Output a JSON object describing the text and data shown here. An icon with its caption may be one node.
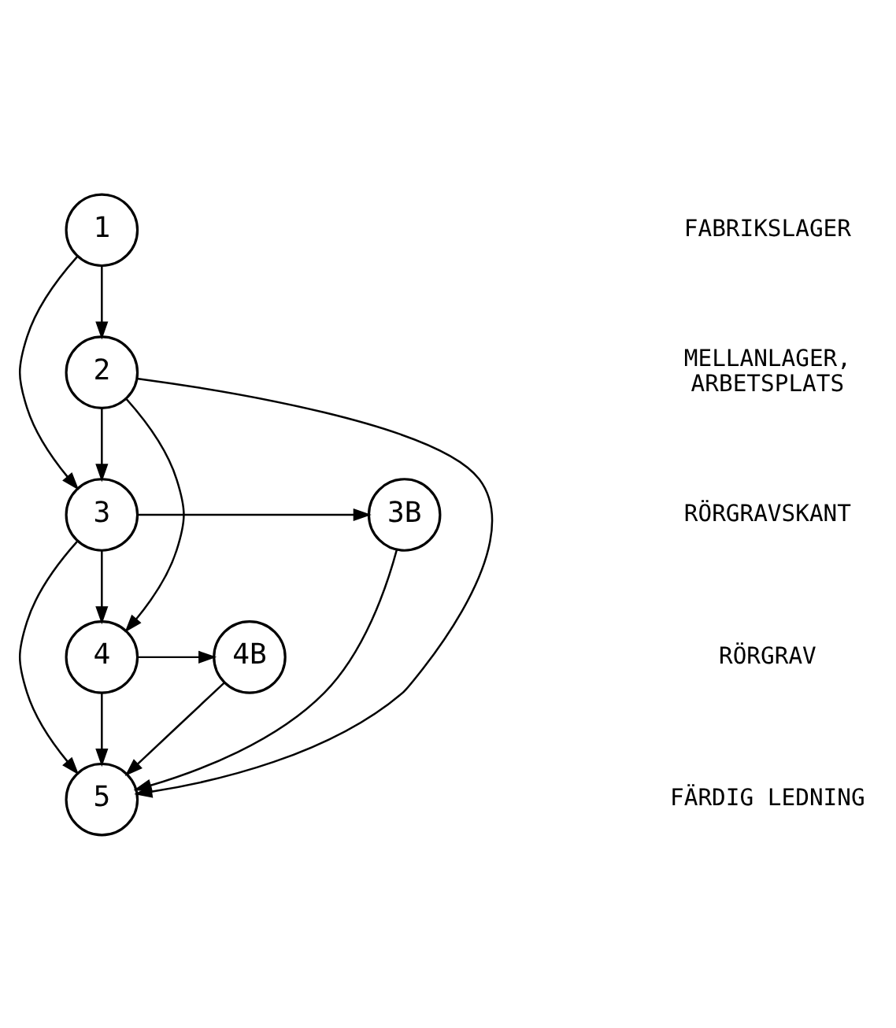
{
  "diagram": {
    "nodes": [
      {
        "text": [
          "1"
        ]
      },
      {
        "text": [
          "2"
        ]
      },
      {
        "text": [
          "3"
        ]
      },
      {
        "text": [
          "3B"
        ]
      },
      {
        "text": [
          "4"
        ]
      },
      {
        "text": [
          "4B"
        ]
      },
      {
        "text": [
          "5"
        ]
      }
    ],
    "edges": [
      {
        "from": 0,
        "to": 1,
        "arrow": "to"
      },
      {
        "from": 0,
        "to": 2,
        "arrow": "to"
      },
      {
        "from": 1,
        "to": 2,
        "arrow": "to"
      },
      {
        "from": 1,
        "to": 4,
        "arrow": "to"
      },
      {
        "from": 1,
        "to": 6,
        "arrow": "to"
      },
      {
        "from": 2,
        "to": 3,
        "arrow": "to"
      },
      {
        "from": 2,
        "to": 4,
        "arrow": "to"
      },
      {
        "from": 2,
        "to": 6,
        "arrow": "to"
      },
      {
        "from": 4,
        "to": 5,
        "arrow": "to"
      },
      {
        "from": 4,
        "to": 6,
        "arrow": "to"
      },
      {
        "from": 3,
        "to": 6,
        "arrow": "to"
      },
      {
        "from": 5,
        "to": 6,
        "arrow": "to"
      }
    ],
    "labels": [
      "FABRIKSLAGER",
      "MELLANLAGER, ARBETSPLATS",
      "RÖRGRAVSKANT",
      "RÖRGRAV",
      "FÄRDIG LEDNING"
    ]
  }
}
